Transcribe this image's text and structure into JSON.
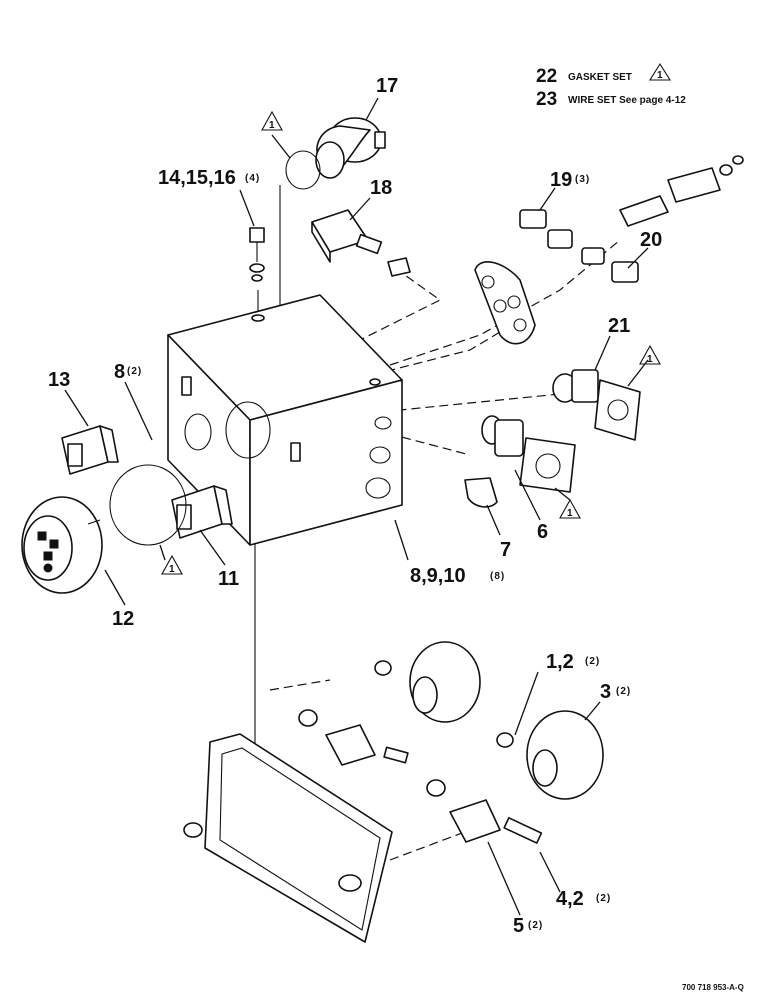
{
  "legend": [
    {
      "num": "22",
      "text": "GASKET SET",
      "flag": "1"
    },
    {
      "num": "23",
      "text": "WIRE SET See page 4-12"
    }
  ],
  "callouts": [
    {
      "id": "c17",
      "num": "17",
      "qty": ""
    },
    {
      "id": "c14",
      "num": "14,15,16",
      "qty": "(4)"
    },
    {
      "id": "c18",
      "num": "18",
      "qty": ""
    },
    {
      "id": "c19",
      "num": "19",
      "qty": "(3)"
    },
    {
      "id": "c20",
      "num": "20",
      "qty": ""
    },
    {
      "id": "c21",
      "num": "21",
      "qty": ""
    },
    {
      "id": "c13",
      "num": "13",
      "qty": ""
    },
    {
      "id": "c8",
      "num": "8",
      "qty": "(2)"
    },
    {
      "id": "c6",
      "num": "6",
      "qty": ""
    },
    {
      "id": "c7",
      "num": "7",
      "qty": ""
    },
    {
      "id": "c8910",
      "num": "8,9,10",
      "qty": "(8)"
    },
    {
      "id": "c11",
      "num": "11",
      "qty": ""
    },
    {
      "id": "c12",
      "num": "12",
      "qty": ""
    },
    {
      "id": "c12b",
      "num": "1,2",
      "qty": "(2)"
    },
    {
      "id": "c3",
      "num": "3",
      "qty": "(2)"
    },
    {
      "id": "c42",
      "num": "4,2",
      "qty": "(2)"
    },
    {
      "id": "c5",
      "num": "5",
      "qty": "(2)"
    }
  ],
  "flags": [
    "1",
    "1",
    "1",
    "1"
  ],
  "doc_number": "700 718 953-A-Q"
}
